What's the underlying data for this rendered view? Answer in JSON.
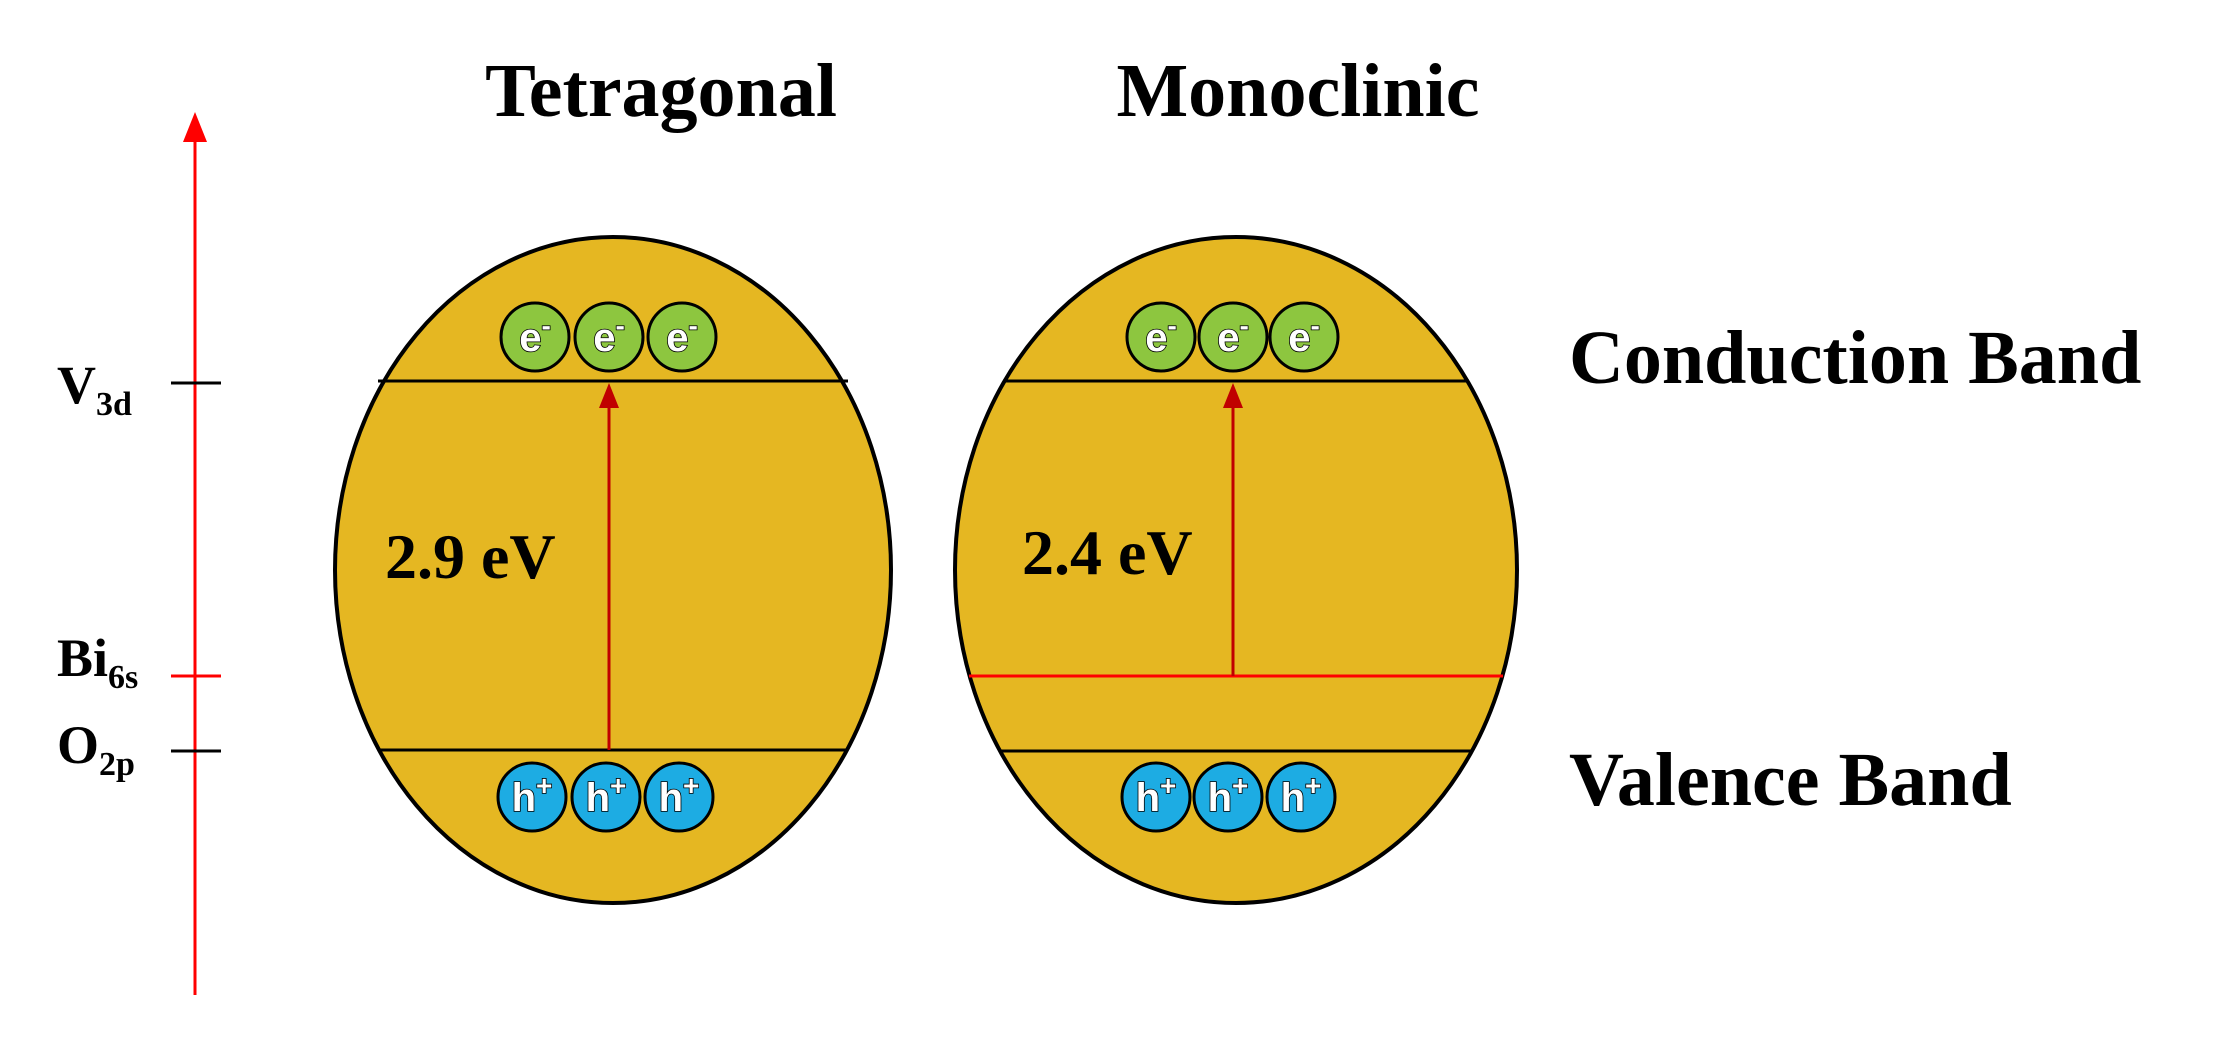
{
  "panels": [
    {
      "title": "Tetragonal",
      "band_gap": "2.9 eV"
    },
    {
      "title": "Monoclinic",
      "band_gap": "2.4 eV"
    }
  ],
  "bands": {
    "conduction": "Conduction Band",
    "valence": "Valence Band"
  },
  "energy_levels": [
    {
      "element": "V",
      "orbital": "3d"
    },
    {
      "element": "Bi",
      "orbital": "6s"
    },
    {
      "element": "O",
      "orbital": "2p"
    }
  ],
  "carriers": {
    "electron": {
      "symbol": "e",
      "charge": "-"
    },
    "hole": {
      "symbol": "h",
      "charge": "+"
    }
  },
  "colors": {
    "band_fill": "#E5B722",
    "electron": "#8DC63F",
    "hole": "#1DACE3",
    "axis": "#FF0000",
    "gap_arrow": "#C00000",
    "outline": "#000000"
  }
}
